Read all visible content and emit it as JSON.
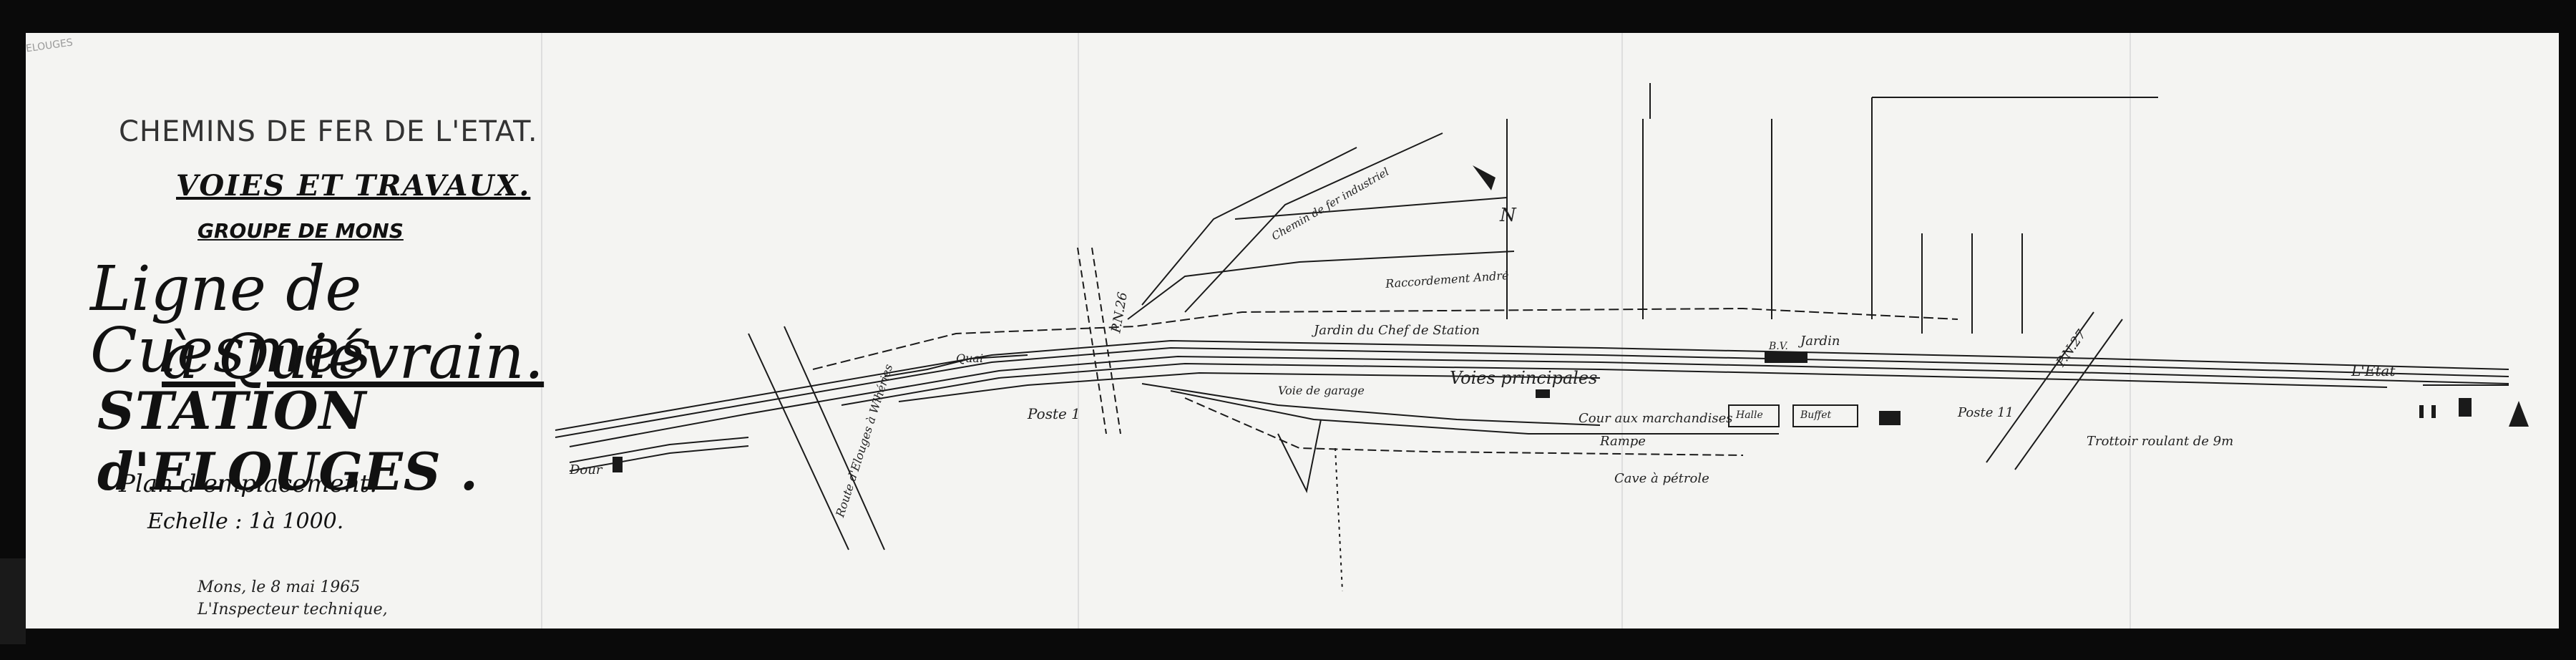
{
  "title_block": {
    "railway": "CHEMINS DE FER DE L'ETAT.",
    "department": "VOIES ET TRAVAUX.",
    "group": "GROUPE DE MONS",
    "line_1": "Ligne de Cuesmes",
    "line_2": "à Quiévrain.",
    "station": "STATION d'ELOUGES .",
    "plan_type": "Plan d'emplacement.",
    "scale": "Echelle : 1à 1000.",
    "signature_place_date": "Mons, le 8 mai 1965",
    "signature_role": "L'Inspecteur technique,",
    "stamp": "ELOUGES"
  },
  "labels": {
    "north": "N",
    "post_1": "Poste 1",
    "post_2": "Poste 11",
    "crossing_ne_26": "P.N.26",
    "crossing_ne_27": "P.N.27",
    "main_tracks": "Voies principales",
    "garden_chief": "Jardin du Chef de Station",
    "goods_yard": "Cour aux marchandises",
    "ramp": "Rampe",
    "petrol_pit": "Cave à pétrole",
    "garden": "Jardin",
    "sidewalk": "Trottoir roulant de 9m",
    "state": "L'Etat",
    "siding": "Raccordement André",
    "side_line": "Chemin de fer industriel",
    "quay": "Quai",
    "road_wihéries": "Route d'Elouges à Wihéries",
    "road_dour": "Dour",
    "siding_ste": "Voie de garage",
    "halle": "Halle",
    "buffet": "Buffet",
    "bv": "B.V."
  },
  "colors": {
    "paper": "#f4f4f2",
    "ink": "#1a1a1a",
    "scan_border": "#0a0a0a"
  }
}
